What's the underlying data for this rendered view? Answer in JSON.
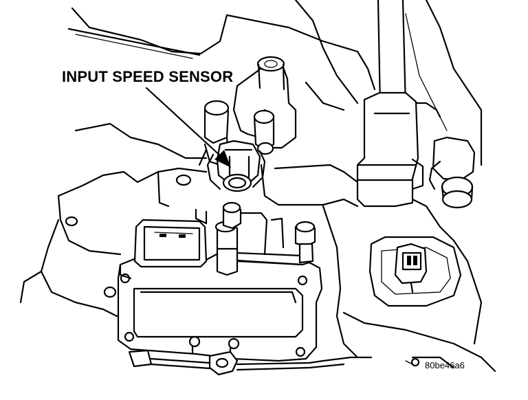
{
  "diagram": {
    "callout_label": "INPUT SPEED SENSOR",
    "figure_id": "80be46a6",
    "icons": [
      "input-speed-sensor",
      "pointer-arrow",
      "solenoid-connector",
      "output-sensor-connector",
      "mounting-bolt"
    ]
  }
}
